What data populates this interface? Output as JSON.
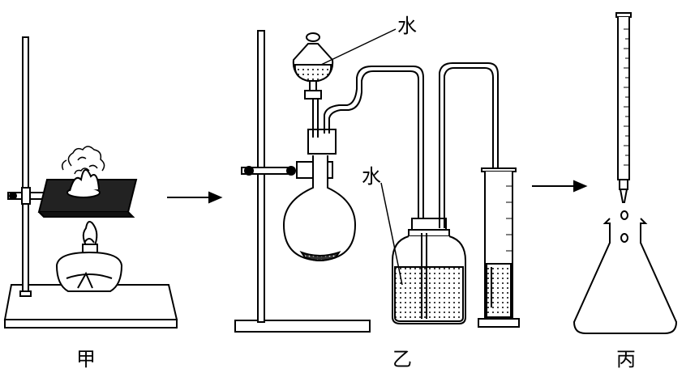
{
  "labels": {
    "setup_a": "甲",
    "setup_b": "乙",
    "setup_c": "丙",
    "water_funnel": "水",
    "water_bottle": "水"
  },
  "colors": {
    "ink": "#000000",
    "background": "#ffffff"
  }
}
